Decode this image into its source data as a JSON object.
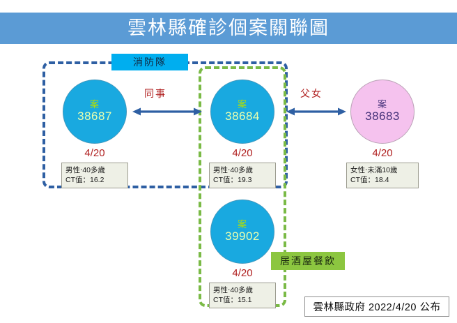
{
  "header": {
    "title": "雲林縣確診個案關聯圖",
    "bar_color": "#5b9bd5"
  },
  "groups": [
    {
      "id": "fire-brigade",
      "label": "消防隊",
      "border_color": "#2e5fa3",
      "chip_color": "#00aeef"
    },
    {
      "id": "izakaya",
      "label": "居酒屋餐飲",
      "border_color": "#7aba46",
      "chip_color": "#8cc640"
    }
  ],
  "cases": [
    {
      "id": "case-38687",
      "case_word": "案",
      "case_number": "38687",
      "date": "4/20",
      "demographics": "男性‧40多歲",
      "ct_value": "CT值：16.2",
      "circle_color": "#19a9e0"
    },
    {
      "id": "case-38684",
      "case_word": "案",
      "case_number": "38684",
      "date": "4/20",
      "demographics": "男性‧40多歲",
      "ct_value": "CT值：19.3",
      "circle_color": "#19a9e0"
    },
    {
      "id": "case-38683",
      "case_word": "案",
      "case_number": "38683",
      "date": "4/20",
      "demographics": "女性‧未滿10歲",
      "ct_value": "CT值：18.4",
      "circle_color": "#f5c2ee"
    },
    {
      "id": "case-39902",
      "case_word": "案",
      "case_number": "39902",
      "date": "4/20",
      "demographics": "男性‧40多歲",
      "ct_value": "CT值：15.1",
      "circle_color": "#19a9e0"
    }
  ],
  "relations": [
    {
      "id": "rel-colleague",
      "label": "同事",
      "from": "case-38687",
      "to": "case-38684",
      "arrow_color": "#2e5fa3"
    },
    {
      "id": "rel-father-daughter",
      "label": "父女",
      "from": "case-38684",
      "to": "case-38683",
      "arrow_color": "#2e5fa3"
    }
  ],
  "footer": {
    "text": "雲林縣政府  2022/4/20 公布"
  }
}
